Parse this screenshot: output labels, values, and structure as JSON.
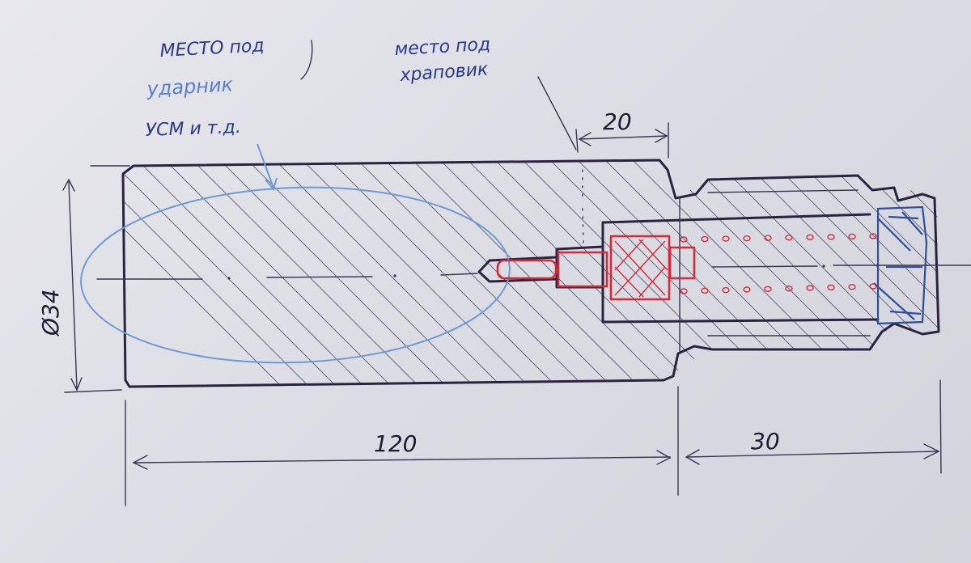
{
  "annotations": {
    "striker_note": [
      "МЕСТО под",
      "ударник",
      "УСМ и т.д."
    ],
    "ratchet_note": [
      "место под",
      "храповик"
    ]
  },
  "dimensions": {
    "diameter": "Ø34",
    "length_main": "120",
    "length_thread": "30",
    "length_groove": "20"
  },
  "colors": {
    "ink": "#2a2440",
    "blue_marker": "#6f9ad6",
    "blue_pen": "#2a3a8a",
    "red": "#d42a3a"
  }
}
